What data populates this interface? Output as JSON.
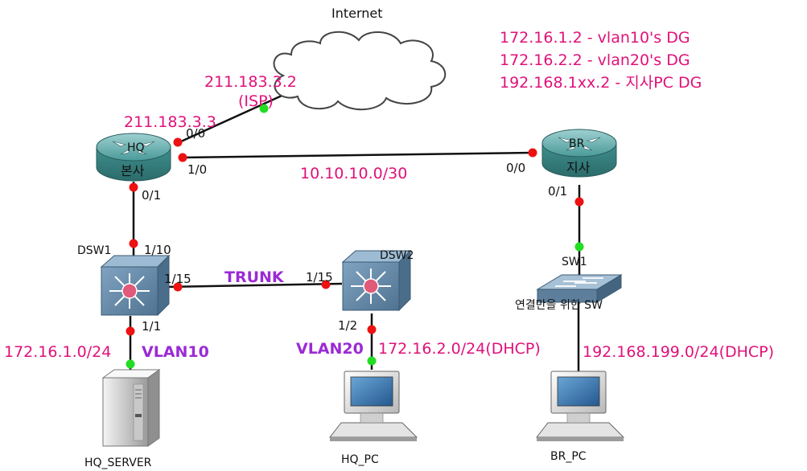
{
  "colors": {
    "accent_pink": "#e0117a",
    "accent_purple": "#9b2ad6",
    "link_up_green": "#22dd22",
    "link_down_red": "#ee1111",
    "router_teal": "#3f8f8f",
    "switch_blue": "#5b7f9e"
  },
  "internet": {
    "label": "Internet",
    "icon": "cloud-icon"
  },
  "isp": {
    "ip": "211.183.3.2",
    "tag": "(ISP)"
  },
  "notes": [
    "172.16.1.2 - vlan10's DG",
    "172.16.2.2 - vlan20's DG",
    "192.168.1xx.2 - 지사PC DG"
  ],
  "hq_router": {
    "name": "HQ",
    "sub": "본사",
    "wan_ip": "211.183.3.3",
    "port_wan": "0/0",
    "port_br": "1/0",
    "port_dsw": "0/1",
    "icon": "router-icon"
  },
  "br_router": {
    "name": "BR",
    "sub": "지사",
    "port_hq": "0/0",
    "port_sw": "0/1",
    "icon": "router-icon"
  },
  "wan_link": {
    "subnet": "10.10.10.0/30"
  },
  "dsw1": {
    "name": "DSW1",
    "port_up": "1/10",
    "port_trunk": "1/15",
    "port_down": "1/1",
    "icon": "multilayer-switch-icon"
  },
  "dsw2": {
    "name": "DSW2",
    "port_trunk": "1/15",
    "port_down": "1/2",
    "icon": "multilayer-switch-icon"
  },
  "trunk": {
    "label": "TRUNK"
  },
  "sw1": {
    "name": "SW1",
    "desc": "연결만을 위한 SW",
    "icon": "switch-icon"
  },
  "vlan10": {
    "subnet": "172.16.1.0/24",
    "name": "VLAN10"
  },
  "vlan20": {
    "subnet": "172.16.2.0/24(DHCP)",
    "name": "VLAN20"
  },
  "br_lan": {
    "subnet": "192.168.199.0/24(DHCP)"
  },
  "hosts": {
    "hq_server": {
      "name": "HQ_SERVER",
      "icon": "server-icon"
    },
    "hq_pc": {
      "name": "HQ_PC",
      "icon": "pc-icon"
    },
    "br_pc": {
      "name": "BR_PC",
      "icon": "pc-icon"
    }
  }
}
